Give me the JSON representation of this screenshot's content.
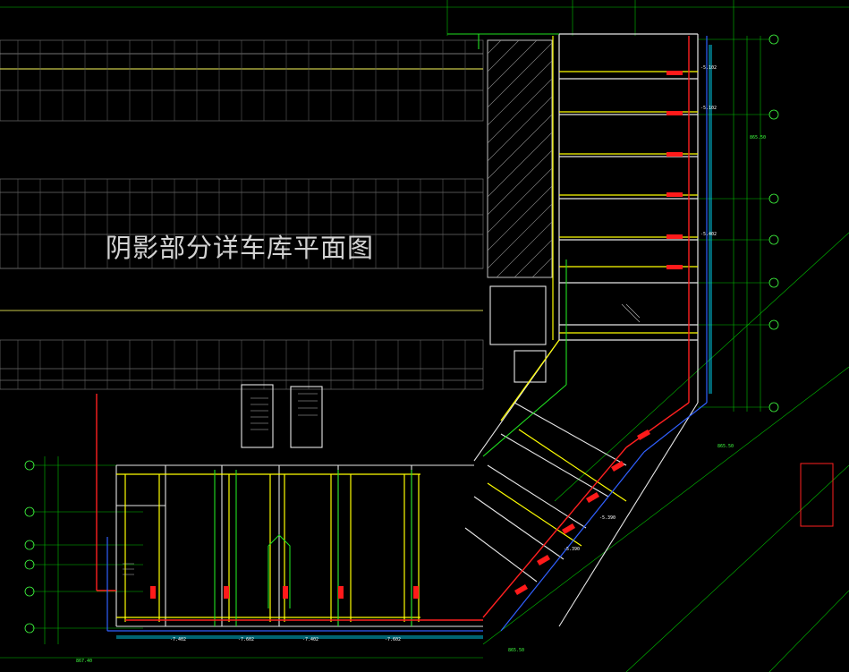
{
  "drawing": {
    "title": "阴影部分详车库平面图",
    "colors": {
      "background": "#000000",
      "wall": "#ffffff",
      "dimension": "#00ff00",
      "pipe_red": "#ff2020",
      "pipe_yellow": "#ffff00",
      "pipe_blue": "#3050ff",
      "hatch": "#b0b0b0",
      "cyan": "#00ffff",
      "parking": "#7a7a7a"
    },
    "labels": {
      "elev_a": "-5.102",
      "elev_b": "-5.102",
      "elev_c": "-7.402",
      "elev_d": "-7.602",
      "elev_e": "-7.402",
      "elev_f": "-7.602",
      "elev_g": "-5.390",
      "elev_h": "-5.390",
      "elev_i": "-5.402",
      "dim_1": "867.40",
      "dim_2": "865.50",
      "dim_3": "865.50",
      "dim_4": "865.50"
    }
  }
}
